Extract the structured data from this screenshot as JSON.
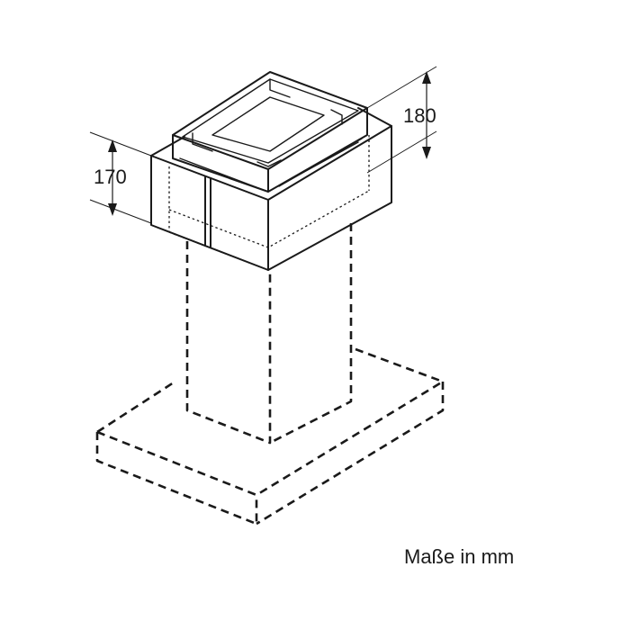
{
  "dimensions": {
    "height_upper_label": "180",
    "height_lower_label": "170"
  },
  "caption": "Maße in mm"
}
